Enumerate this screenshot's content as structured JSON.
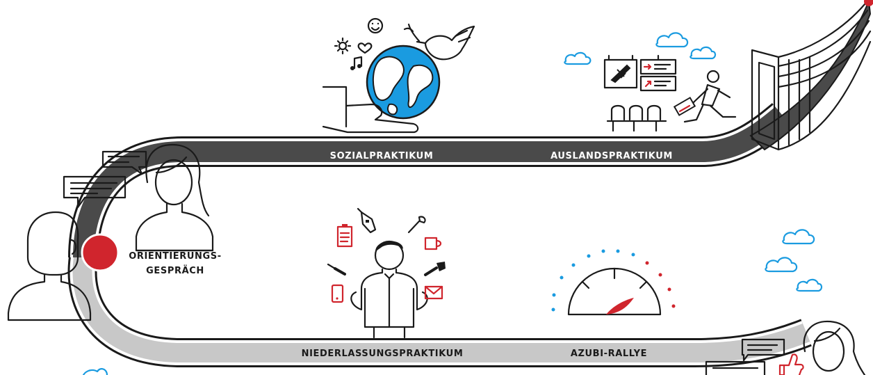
{
  "stages": {
    "sozialpraktikum": "SOZIALPRAKTIKUM",
    "auslandspraktikum": "AUSLANDSPRAKTIKUM",
    "orientierung_line1": "ORIENTIERUNGS-",
    "orientierung_line2": "GESPRÄCH",
    "niederlassungspraktikum": "NIEDERLASSUNGSPRAKTIKUM",
    "azubi_rallye": "AZUBI-RALLYE"
  },
  "colors": {
    "road_upper": "#4a4a4a",
    "road_lower": "#c8c8c8",
    "accent_red": "#d0252d",
    "accent_blue": "#1a9be0",
    "line": "#1a1a1a"
  },
  "icons": [
    "globe-icon",
    "dove-icon",
    "hand-icon",
    "smiley-icon",
    "sun-icon",
    "heart-icon",
    "music-note-icon",
    "airplane-sign-icon",
    "direction-sign-icon",
    "waiting-seats-icon",
    "traveler-icon",
    "door-icon",
    "book-icon",
    "chat-bubble-icon",
    "woman-icon",
    "man-icon",
    "clipboard-icon",
    "drill-icon",
    "wrench-icon",
    "mug-icon",
    "screwdriver-icon",
    "hammer-icon",
    "phone-icon",
    "envelope-icon",
    "speedometer-icon",
    "cloud-icon",
    "thumbs-up-icon"
  ]
}
